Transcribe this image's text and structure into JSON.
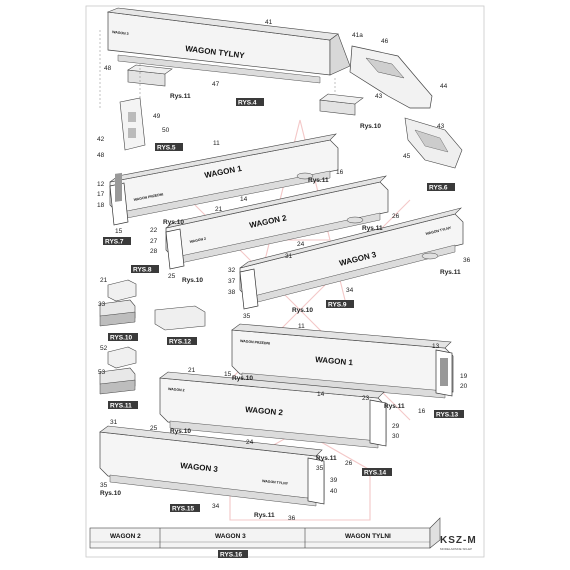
{
  "figures": {
    "rys4": "RYS.4",
    "rys5": "RYS.5",
    "rys6": "RYS.6",
    "rys7": "RYS.7",
    "rys8": "RYS.8",
    "rys9": "RYS.9",
    "rys10": "RYS.10",
    "rys11": "RYS.11",
    "rys12": "RYS.12",
    "rys13": "RYS.13",
    "rys14": "RYS.14",
    "rys15": "RYS.15",
    "rys16": "RYS.16",
    "rys10_small": "Rys.10",
    "rys11_small": "Rys.11"
  },
  "titles": {
    "wagon_tylny": "WAGON TYLNY",
    "wagon1": "WAGON 1",
    "wagon2": "WAGON 2",
    "wagon3": "WAGON 3",
    "wagon_przedni": "WAGON PRZEDNI",
    "wagon_tylny_small": "WAGON TYLNY",
    "wagon3_small": "WAGON 3",
    "wagon2_small": "WAGON 2",
    "strip_wagon2": "WAGON 2",
    "strip_wagon3": "WAGON 3",
    "strip_wagon_tylni": "WAGON TYLNI"
  },
  "part_numbers": {
    "n41": "41",
    "n41a": "41a",
    "n46": "46",
    "n48": "48",
    "n47": "47",
    "n44": "44",
    "n43": "43",
    "n43b": "43",
    "n45": "45",
    "n42": "42",
    "n48b": "48",
    "n49": "49",
    "n50": "50",
    "n11": "11",
    "n16": "16",
    "n12": "12",
    "n17": "17",
    "n18": "18",
    "n15": "15",
    "n14": "14",
    "n21": "21",
    "n22": "22",
    "n27": "27",
    "n28": "28",
    "n25": "25",
    "n24": "24",
    "n26": "26",
    "n31": "31",
    "n32": "32",
    "n37": "37",
    "n38": "38",
    "n35": "35",
    "n34": "34",
    "n36": "36",
    "n21b": "21",
    "n33": "33",
    "n52": "52",
    "n53": "53",
    "n11b": "11",
    "n13": "13",
    "n19": "19",
    "n20": "20",
    "n15b": "15",
    "n14b": "14",
    "n16b": "16",
    "n21c": "21",
    "n23": "23",
    "n29": "29",
    "n30": "30",
    "n25b": "25",
    "n24b": "24",
    "n26b": "26",
    "n31b": "31",
    "n39": "39",
    "n40": "40",
    "n35b": "35",
    "n34b": "34",
    "n36b": "36",
    "n35c": "35"
  },
  "brand": {
    "logo": "KSZ-M",
    "tagline": "MODELARSKIE SKLEP"
  }
}
